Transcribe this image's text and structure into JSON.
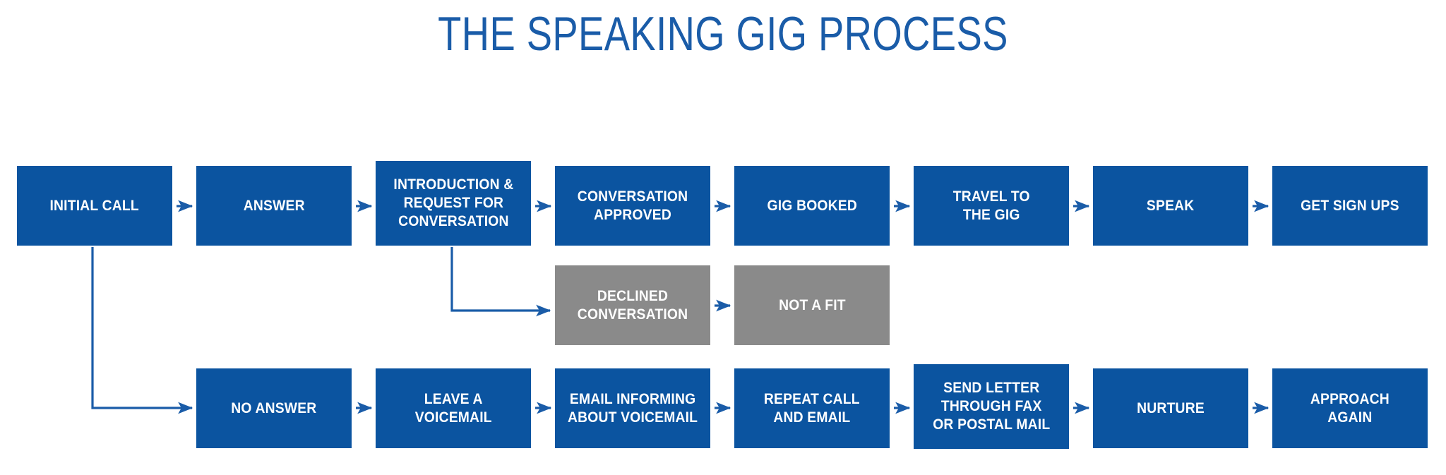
{
  "title": "THE SPEAKING GIG PROCESS",
  "colors": {
    "title_blue": "#1A5CA8",
    "node_blue": "#0B54A0",
    "node_gray": "#8A8A8A",
    "arrow_blue": "#1A5CA8",
    "label_white": "#FFFFFF",
    "background": "#FFFFFF"
  },
  "chart_data": {
    "type": "diagram",
    "title": "THE SPEAKING GIG PROCESS",
    "rows": [
      {
        "name": "success-path",
        "nodes": [
          "INITIAL CALL",
          "ANSWER",
          "INTRODUCTION &\nREQUEST FOR\nCONVERSATION",
          "CONVERSATION\nAPPROVED",
          "GIG BOOKED",
          "TRAVEL TO\nTHE GIG",
          "SPEAK",
          "GET SIGN UPS"
        ]
      },
      {
        "name": "declined-path",
        "nodes": [
          "DECLINED\nCONVERSATION",
          "NOT A FIT"
        ]
      },
      {
        "name": "no-answer-path",
        "nodes": [
          "NO ANSWER",
          "LEAVE A\nVOICEMAIL",
          "EMAIL INFORMING\nABOUT VOICEMAIL",
          "REPEAT CALL\nAND EMAIL",
          "SEND LETTER\nTHROUGH FAX\nOR POSTAL MAIL",
          "NURTURE",
          "APPROACH\nAGAIN"
        ]
      }
    ],
    "branches": [
      {
        "from": "INITIAL CALL",
        "to": "NO ANSWER",
        "style": "elbow"
      },
      {
        "from": "INTRODUCTION & REQUEST FOR CONVERSATION",
        "to": "DECLINED CONVERSATION",
        "style": "elbow"
      }
    ]
  },
  "row1": {
    "n0": "INITIAL CALL",
    "n1": "ANSWER",
    "n2": "INTRODUCTION &\nREQUEST FOR\nCONVERSATION",
    "n3": "CONVERSATION\nAPPROVED",
    "n4": "GIG BOOKED",
    "n5": "TRAVEL TO\nTHE GIG",
    "n6": "SPEAK",
    "n7": "GET SIGN UPS"
  },
  "row2": {
    "n0": "DECLINED\nCONVERSATION",
    "n1": "NOT A FIT"
  },
  "row3": {
    "n0": "NO ANSWER",
    "n1": "LEAVE A\nVOICEMAIL",
    "n2": "EMAIL INFORMING\nABOUT VOICEMAIL",
    "n3": "REPEAT CALL\nAND EMAIL",
    "n4": "SEND LETTER\nTHROUGH FAX\nOR POSTAL MAIL",
    "n5": "NURTURE",
    "n6": "APPROACH\nAGAIN"
  }
}
